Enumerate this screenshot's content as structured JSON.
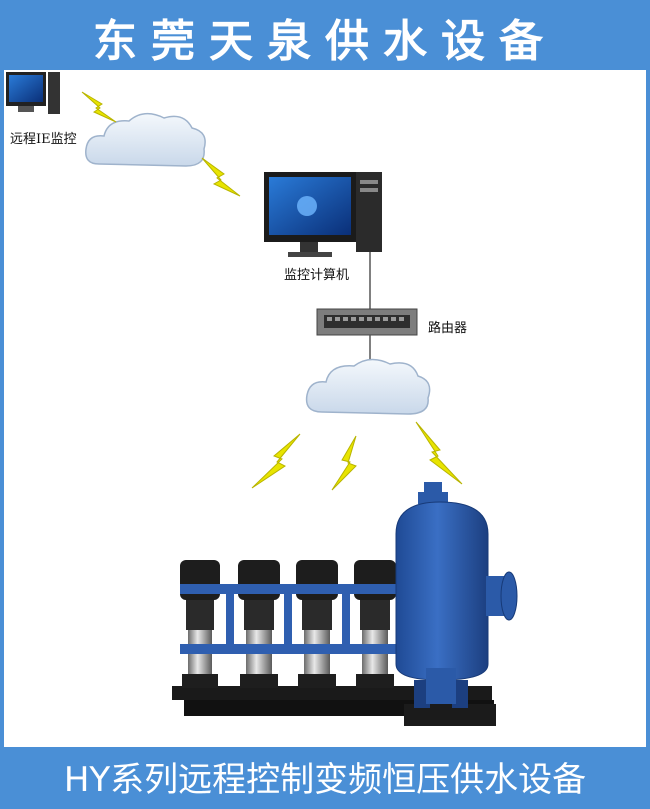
{
  "header": {
    "title": "东莞天泉供水设备"
  },
  "footer": {
    "caption": "HY系列远程控制变频恒压供水设备"
  },
  "diagram": {
    "remote_label": "远程IE监控",
    "computer_label": "监控计算机",
    "router_label": "路由器"
  },
  "colors": {
    "banner": "#4a8fd6",
    "lightning": "#e8e400",
    "tank": "#2f5fb0",
    "cloud": "#dfe9f4"
  }
}
